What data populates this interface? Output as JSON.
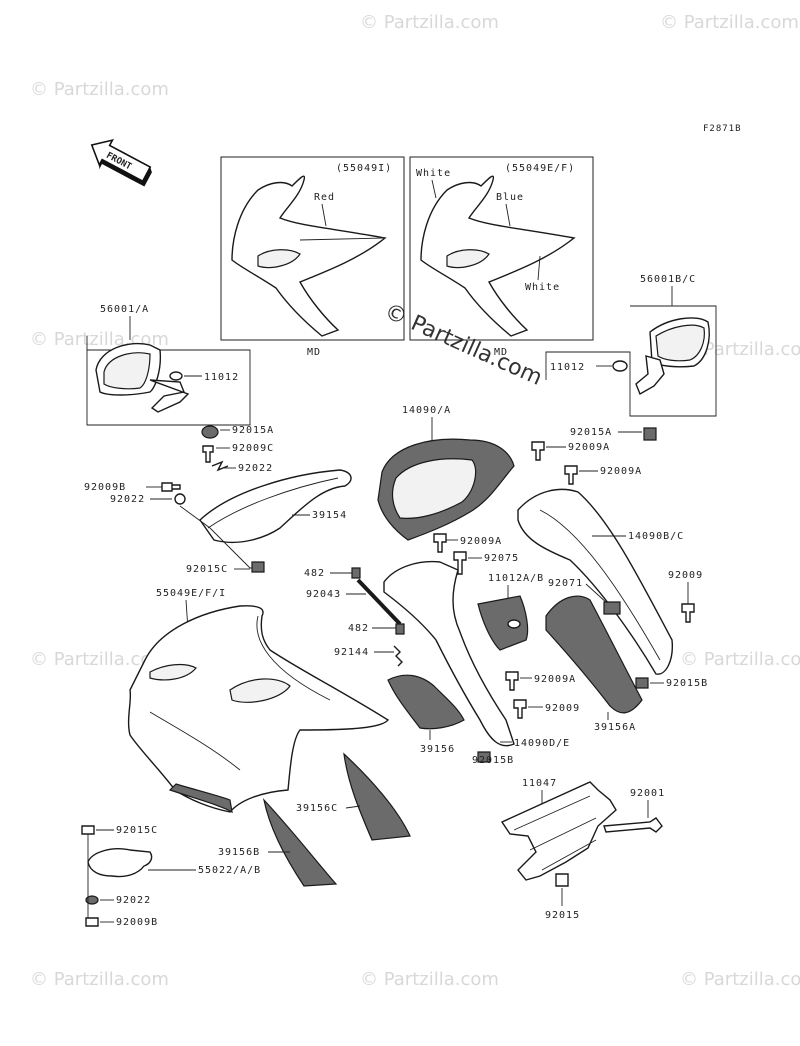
{
  "diagram_code": "F2871B",
  "front_label": "FRONT",
  "watermark_text": "© Partzilla.com",
  "center_watermark": "© Partzilla.com",
  "colors": {
    "line": "#1a1a1a",
    "watermark": "#d8d8d8",
    "panel_fill": "#6b6b6b"
  },
  "insets": {
    "left": {
      "code": "(55049I)",
      "color_label": "Red",
      "caption": "MD"
    },
    "right": {
      "code": "(55049E/F)",
      "color_white_top": "White",
      "color_blue": "Blue",
      "color_white_bottom": "White",
      "caption": "MD"
    }
  },
  "part_labels": {
    "p56001A": "56001/A",
    "p11012_left": "11012",
    "p92015A_left": "92015A",
    "p92009C": "92009C",
    "p92022_top": "92022",
    "p92009B_left": "92009B",
    "p92022_left": "92022",
    "p39154": "39154",
    "p92015C_mid": "92015C",
    "p55049EFI": "55049E/F/I",
    "p482_top": "482",
    "p92043": "92043",
    "p482_mid": "482",
    "p92144": "92144",
    "p14090A": "14090/A",
    "p92009A_1": "92009A",
    "p92009A_2": "92009A",
    "p92009A_3": "92009A",
    "p92075": "92075",
    "p11012AB": "11012A/B",
    "p92009A_4": "92009A",
    "p92009_mid": "92009",
    "p14090DE": "14090D/E",
    "p92015B_mid": "92015B",
    "p39156": "39156",
    "p56001BC": "56001B/C",
    "p11012_right": "11012",
    "p92015A_right": "92015A",
    "p14090BC": "14090B/C",
    "p92071": "92071",
    "p92009_right": "92009",
    "p92015B_right": "92015B",
    "p39156A": "39156A",
    "p39156C": "39156C",
    "p39156B": "39156B",
    "p92015C_bottom": "92015C",
    "p55022AB": "55022/A/B",
    "p92022_bottom": "92022",
    "p92009B_bottom": "92009B",
    "p11047": "11047",
    "p92001": "92001",
    "p92015": "92015"
  }
}
